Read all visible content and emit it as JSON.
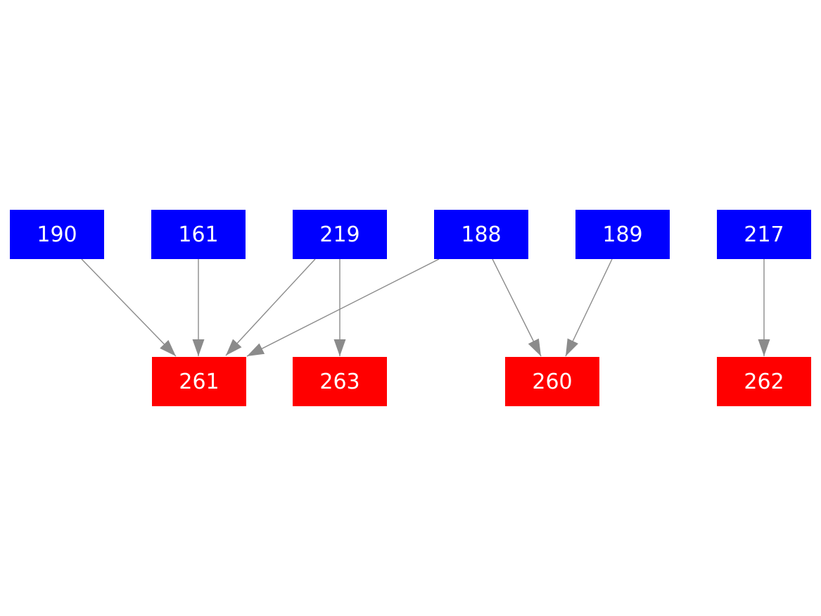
{
  "diagram": {
    "type": "directed-graph",
    "background": "#ffffff",
    "text_color": "#ffffff",
    "edge_color": "#8b8b8b",
    "node_colors": {
      "source": "#0000ff",
      "sink": "#ff0000"
    },
    "nodes": [
      {
        "id": "190",
        "label": "190",
        "type": "source"
      },
      {
        "id": "161",
        "label": "161",
        "type": "source"
      },
      {
        "id": "219",
        "label": "219",
        "type": "source"
      },
      {
        "id": "188",
        "label": "188",
        "type": "source"
      },
      {
        "id": "189",
        "label": "189",
        "type": "source"
      },
      {
        "id": "217",
        "label": "217",
        "type": "source"
      },
      {
        "id": "261",
        "label": "261",
        "type": "sink"
      },
      {
        "id": "263",
        "label": "263",
        "type": "sink"
      },
      {
        "id": "260",
        "label": "260",
        "type": "sink"
      },
      {
        "id": "262",
        "label": "262",
        "type": "sink"
      }
    ],
    "edges": [
      {
        "from": "190",
        "to": "261"
      },
      {
        "from": "161",
        "to": "261"
      },
      {
        "from": "219",
        "to": "261"
      },
      {
        "from": "219",
        "to": "263"
      },
      {
        "from": "188",
        "to": "261"
      },
      {
        "from": "188",
        "to": "260"
      },
      {
        "from": "189",
        "to": "260"
      },
      {
        "from": "217",
        "to": "262"
      }
    ]
  }
}
